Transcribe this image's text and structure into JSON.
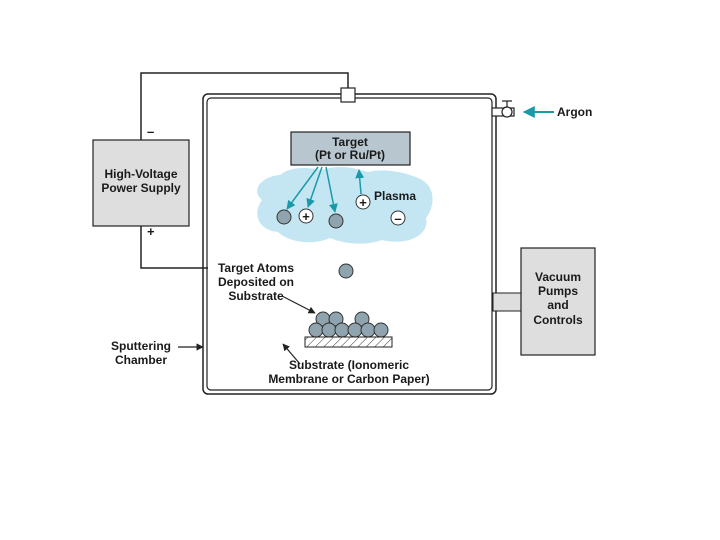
{
  "diagram": {
    "power_supply": {
      "line1": "High-Voltage",
      "line2": "Power Supply",
      "neg": "–",
      "pos": "+"
    },
    "target": {
      "line1": "Target",
      "line2": "(Pt or Ru/Pt)"
    },
    "plasma": {
      "label": "Plasma",
      "plus": "+",
      "minus": "–"
    },
    "argon": {
      "label": "Argon"
    },
    "vacuum": {
      "line1": "Vacuum",
      "line2": "Pumps",
      "line3": "and",
      "line4": "Controls"
    },
    "target_atoms": {
      "line1": "Target Atoms",
      "line2": "Deposited on",
      "line3": "Substrate"
    },
    "chamber": {
      "line1": "Sputtering",
      "line2": "Chamber"
    },
    "substrate": {
      "line1": "Substrate (Ionomeric",
      "line2": "Membrane or Carbon Paper)"
    },
    "colors": {
      "teal": "#1a9aa8",
      "plasma": "#c4e6f3",
      "box": "#dedede",
      "target": "#b8c6cf",
      "atom": "#8fa4ae"
    }
  }
}
